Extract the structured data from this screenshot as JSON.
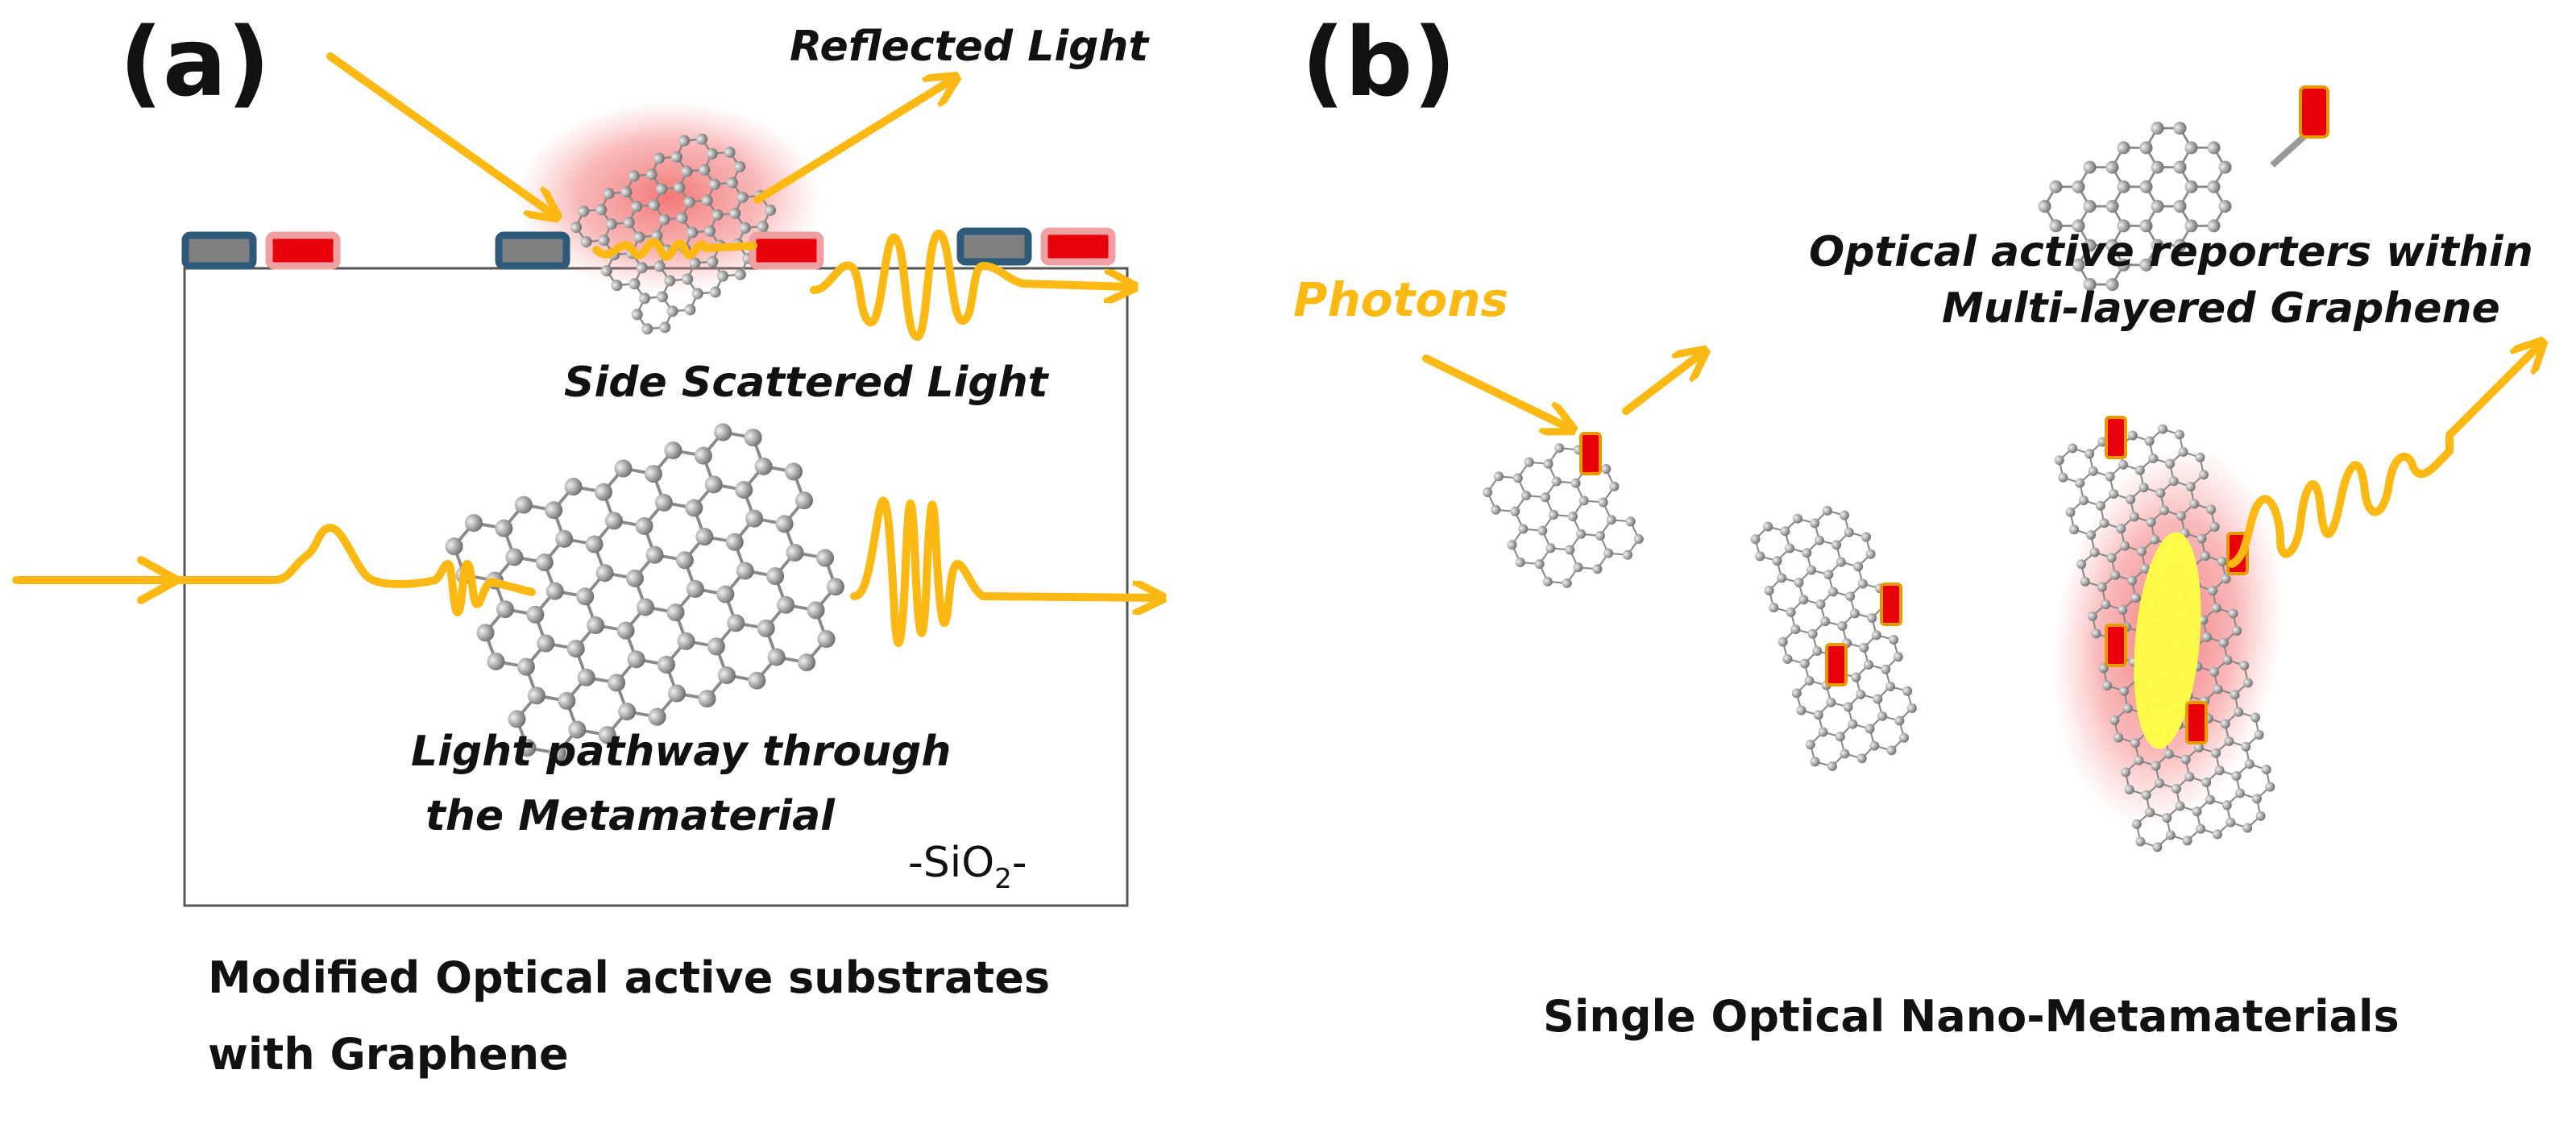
{
  "panel_a": {
    "label": "(a)",
    "reflected_light": "Reflected Light",
    "side_scattered_light": "Side Scattered Light",
    "pathway_line1": "Light pathway through",
    "pathway_line2": "the Metamaterial",
    "substrate_label_prefix": "-SiO",
    "substrate_label_sub": "2",
    "substrate_label_suffix": "-",
    "caption_line1": "Modified  Optical active substrates",
    "caption_line2": "with Graphene"
  },
  "panel_b": {
    "label": "(b)",
    "photons": "Photons",
    "reporters_line1": "Optical active reporters within",
    "reporters_line2": "Multi-layered Graphene",
    "caption": "Single Optical Nano-Metamaterials"
  },
  "colors": {
    "light": "#FDB913",
    "reporter_red": "#E8000B",
    "electrode_blue": "#2E5A7A",
    "electrode_gray": "#7F7F7F",
    "glow": "#F08080",
    "core_yellow": "#FFFF44"
  }
}
